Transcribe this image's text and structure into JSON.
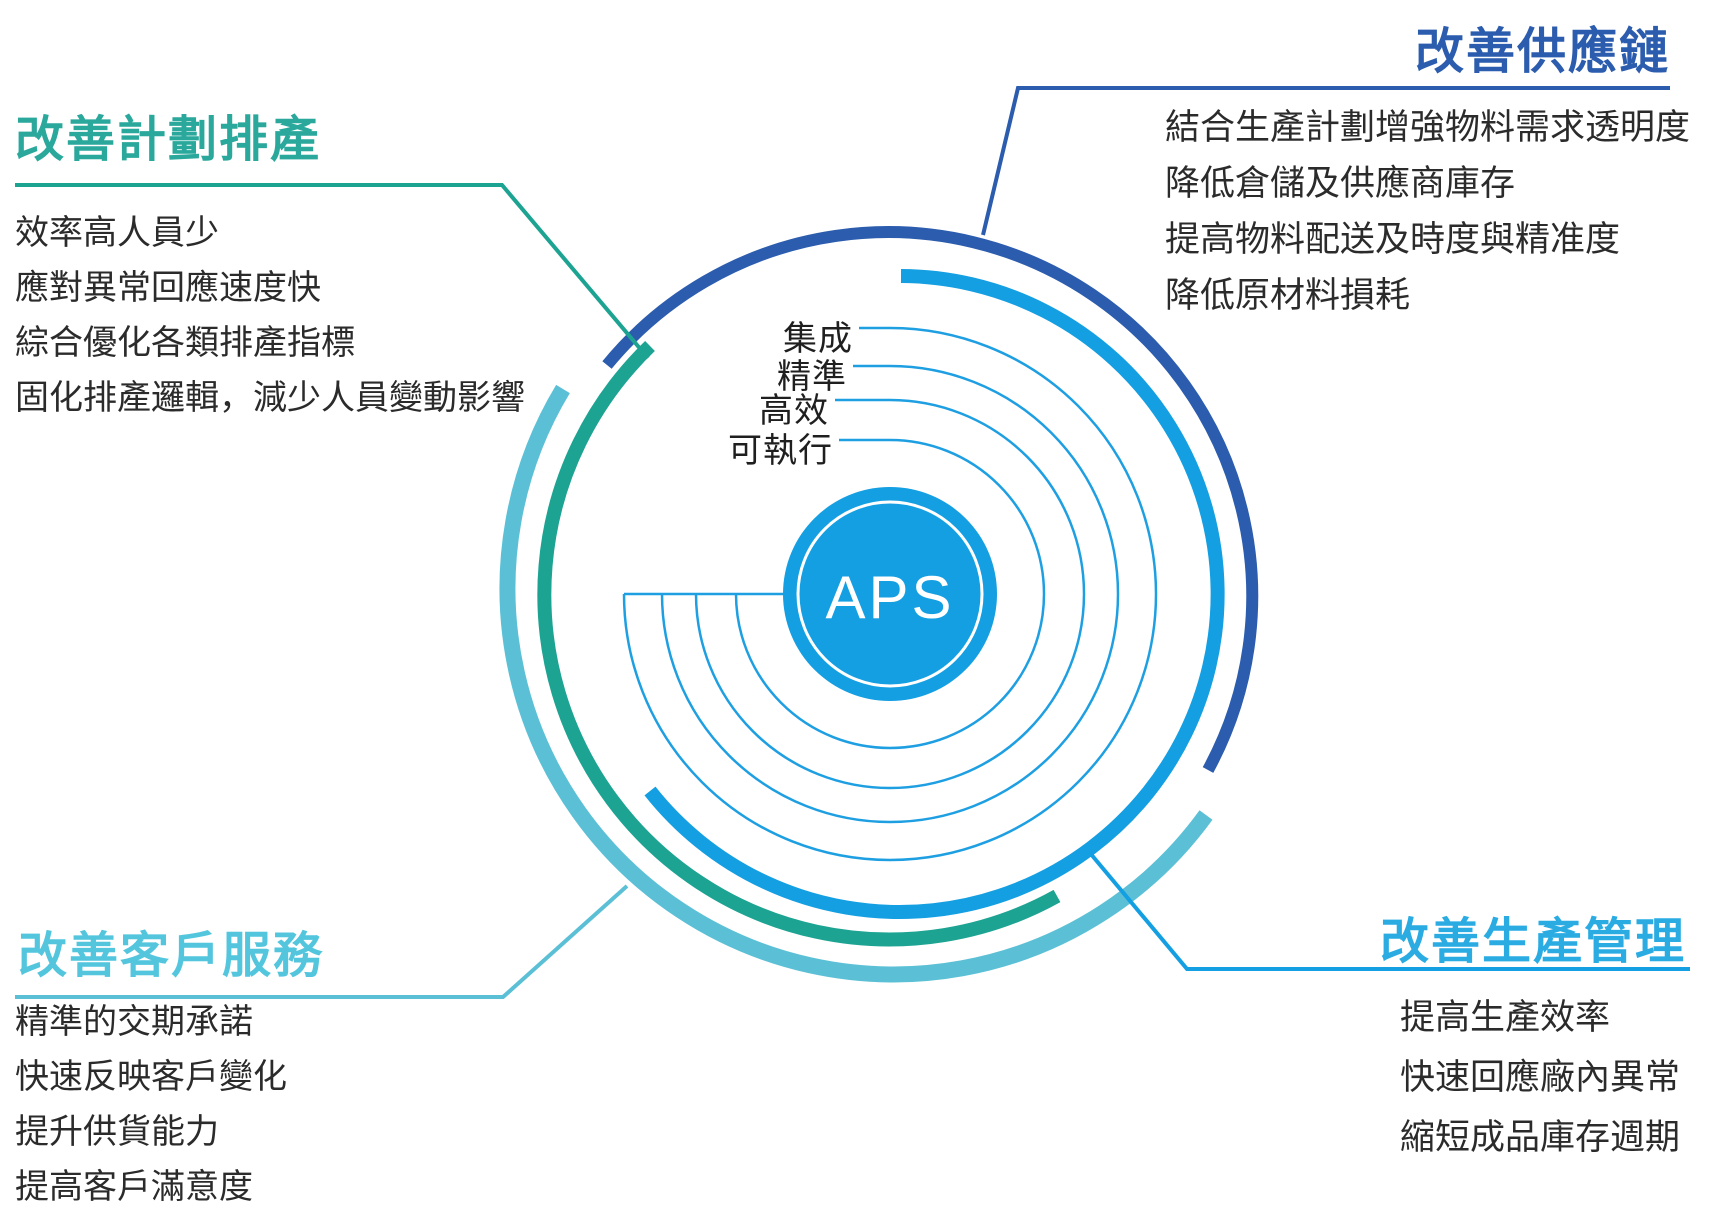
{
  "colors": {
    "teal": "#1CA392",
    "teal_text": "#2BA89C",
    "dark_blue": "#2B5CAD",
    "med_blue": "#149FE2",
    "cyan": "#5BC0D6",
    "cyan_text": "#53C6DE",
    "light_blue_text": "#2AACE3",
    "thin_blue": "#1E9FE2",
    "body_text": "#2B2B2B",
    "white": "#FFFFFF"
  },
  "center": {
    "label": "APS"
  },
  "rings": {
    "labels": [
      "集成",
      "精準",
      "高效",
      "可執行"
    ]
  },
  "sections": {
    "plan": {
      "title": "改善計劃排產",
      "items": [
        "效率高人員少",
        "應對異常回應速度快",
        "綜合優化各類排產指標",
        "固化排產邏輯，減少人員變動影響"
      ]
    },
    "supply": {
      "title": "改善供應鏈",
      "items": [
        "結合生產計劃增強物料需求透明度",
        "降低倉儲及供應商庫存",
        "提高物料配送及時度與精准度",
        "降低原材料損耗"
      ]
    },
    "production": {
      "title": "改善生產管理",
      "items": [
        "提高生產效率",
        "快速回應廠內異常",
        "縮短成品庫存週期"
      ]
    },
    "customer": {
      "title": "改善客戶服務",
      "items": [
        "精準的交期承諾",
        "快速反映客戶變化",
        "提升供貨能力",
        "提高客戶滿意度"
      ]
    }
  }
}
